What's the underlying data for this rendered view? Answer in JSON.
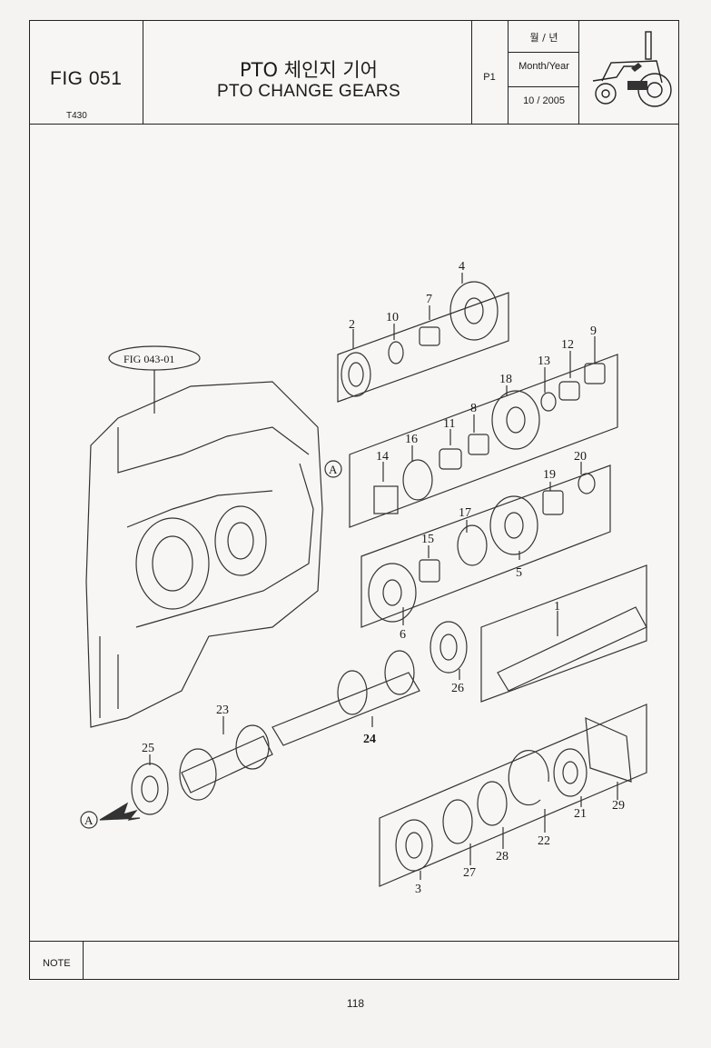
{
  "header": {
    "fig_number": "FIG 051",
    "model": "T430",
    "title_ko": "PTO 체인지 기어",
    "title_en": "PTO CHANGE GEARS",
    "page_code": "P1",
    "month_year_ko": "월 / 년",
    "month_year_en": "Month/Year",
    "month_year_value": "10 / 2005"
  },
  "diagram": {
    "reference_label": "FIG 043-01",
    "section_marker": "A",
    "part_numbers": [
      "1",
      "2",
      "3",
      "4",
      "5",
      "6",
      "7",
      "8",
      "9",
      "10",
      "11",
      "12",
      "13",
      "14",
      "15",
      "16",
      "17",
      "18",
      "19",
      "20",
      "21",
      "22",
      "23",
      "24",
      "25",
      "26",
      "27",
      "28",
      "29"
    ]
  },
  "footer": {
    "note_label": "NOTE",
    "page_number": "118"
  }
}
